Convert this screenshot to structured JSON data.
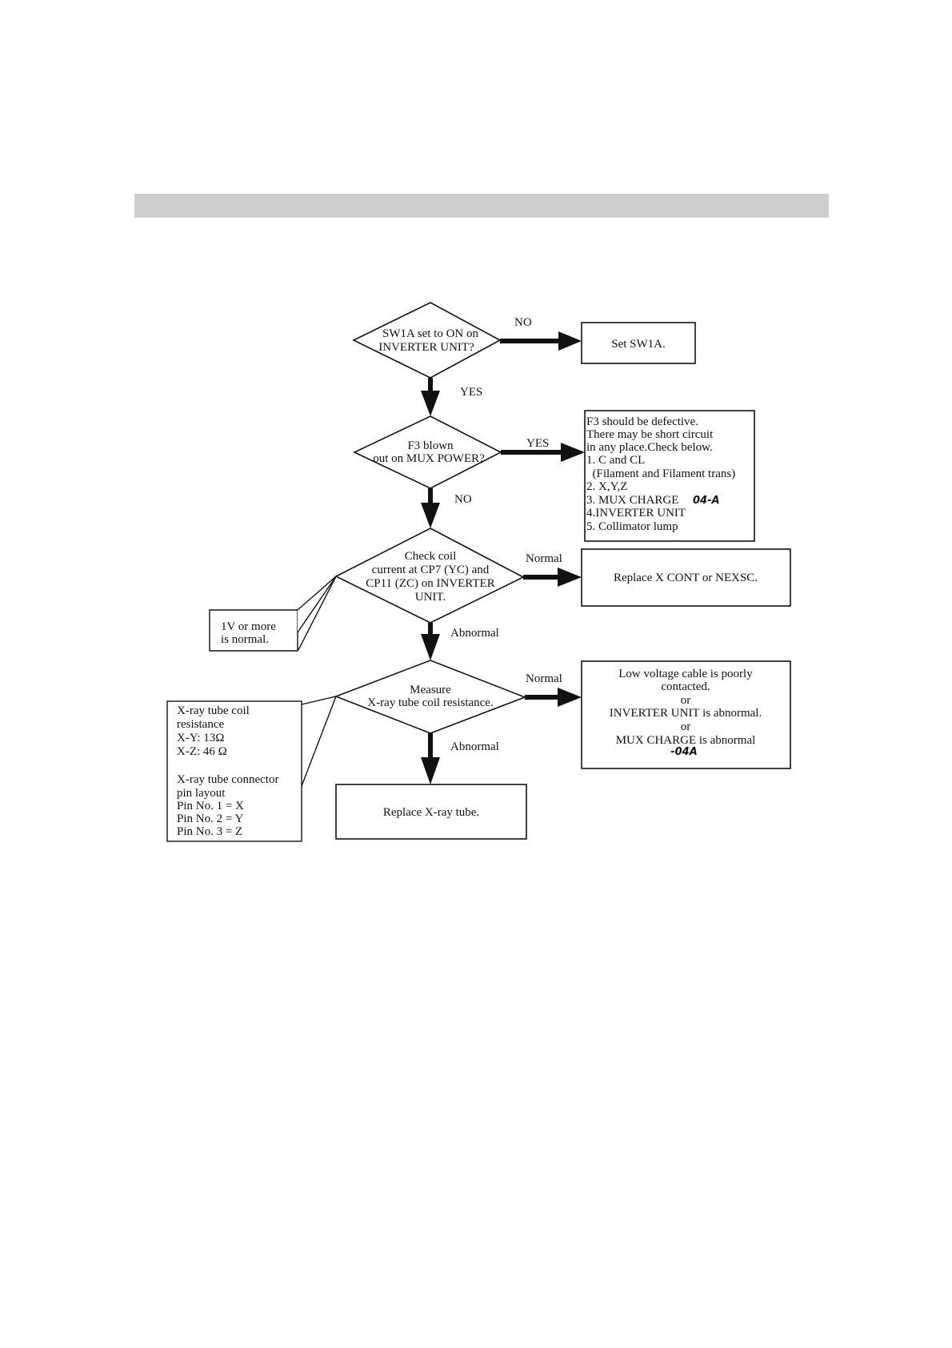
{
  "decisions": {
    "d1": {
      "lines": [
        "SW1A set to ON on",
        "INVERTER UNIT?"
      ]
    },
    "d2": {
      "lines": [
        "F3 blown",
        "out on MUX POWER?"
      ]
    },
    "d3": {
      "lines": [
        "Check coil",
        "current at CP7 (YC) and",
        "CP11 (ZC) on INVERTER",
        "UNIT."
      ]
    },
    "d4": {
      "lines": [
        "Measure",
        "X-ray tube coil resistance."
      ]
    }
  },
  "actions": {
    "set_sw1a": {
      "lines": [
        "Set SW1A."
      ]
    },
    "f3_defective": {
      "lines": [
        "F3 should be defective.",
        "There may be short circuit",
        "in any place.Check below.",
        "1. C and CL",
        "  (Filament and Filament trans)",
        "2. X,Y,Z",
        "3. MUX CHARGE",
        "4.INVERTER UNIT",
        "5. Collimator lump"
      ],
      "handwritten": "04-A"
    },
    "replace_xcont": {
      "lines": [
        "Replace X CONT or NEXSC."
      ]
    },
    "low_voltage": {
      "lines": [
        "Low voltage cable is poorly",
        "contacted.",
        "or",
        "INVERTER UNIT is abnormal.",
        "or",
        "MUX CHARGE is abnormal"
      ],
      "handwritten": "-04A"
    },
    "replace_tube": {
      "lines": [
        "Replace X-ray tube."
      ]
    }
  },
  "notes": {
    "coil_current": {
      "lines": [
        "1V or more",
        "is normal."
      ]
    },
    "coil_resistance": {
      "lines": [
        "X-ray tube coil",
        "resistance",
        "X-Y: 13Ω",
        "X-Z: 46 Ω",
        "",
        "X-ray tube connector",
        "pin layout",
        "Pin No. 1 = X",
        "Pin No. 2 = Y",
        "Pin No. 3 = Z"
      ]
    }
  },
  "arrow_labels": {
    "d1_no": "NO",
    "d1_yes": "YES",
    "d2_yes": "YES",
    "d2_no": "NO",
    "d3_normal": "Normal",
    "d3_abnormal": "Abnormal",
    "d4_normal": "Normal",
    "d4_abnormal": "Abnormal"
  }
}
